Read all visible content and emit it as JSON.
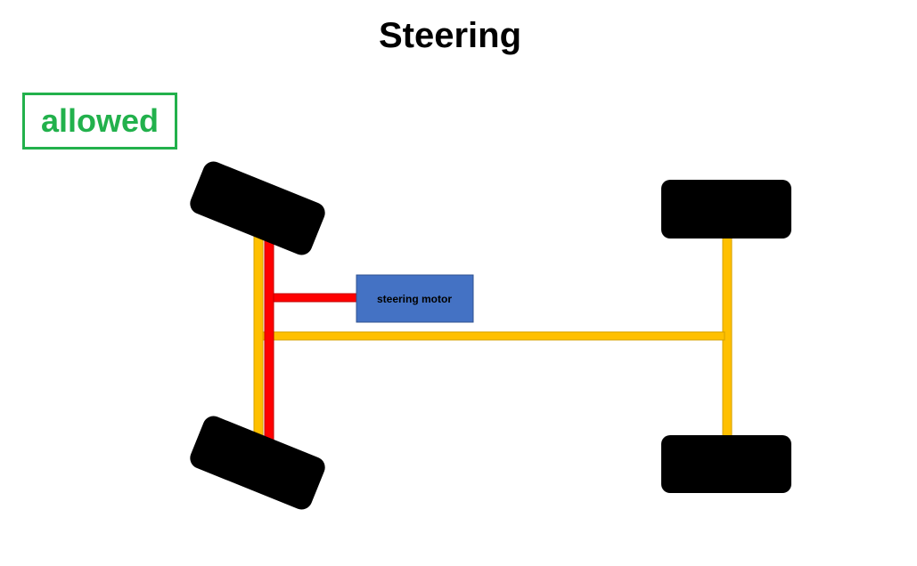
{
  "title": "Steering",
  "badge": {
    "text": "allowed",
    "color": "#22b14c"
  },
  "motor": {
    "label": "steering motor",
    "color": "#4472c4"
  },
  "colors": {
    "frame": "#ffc000",
    "steering_link": "#ff0000",
    "wheel": "#000000"
  }
}
